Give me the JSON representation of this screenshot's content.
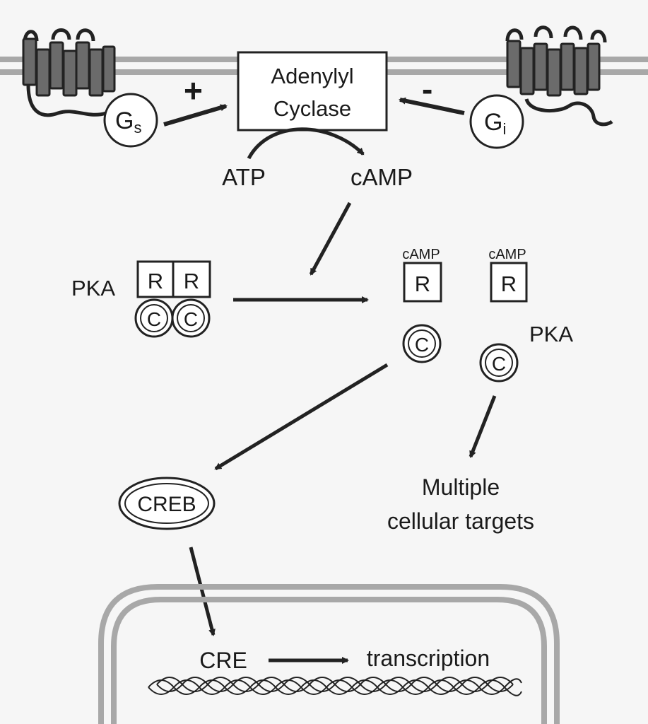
{
  "membrane_receptors": {
    "stimulatory_g_protein": {
      "letter": "G",
      "subscript": "s"
    },
    "inhibitory_g_protein": {
      "letter": "G",
      "subscript": "i"
    },
    "stimulatory_sign": "+",
    "inhibitory_sign": "-"
  },
  "adenylyl_cyclase": {
    "line1": "Adenylyl",
    "line2": "Cyclase"
  },
  "reaction": {
    "substrate": "ATP",
    "product": "cAMP"
  },
  "pka": {
    "holoenzyme_label": "PKA",
    "regulatory_subunit": "R",
    "catalytic_subunit": "C",
    "bound_camp": "cAMP",
    "free_label": "PKA"
  },
  "creb": "CREB",
  "targets": {
    "line1": "Multiple",
    "line2": "cellular targets"
  },
  "nucleus": {
    "cre": "CRE",
    "transcription": "transcription"
  }
}
